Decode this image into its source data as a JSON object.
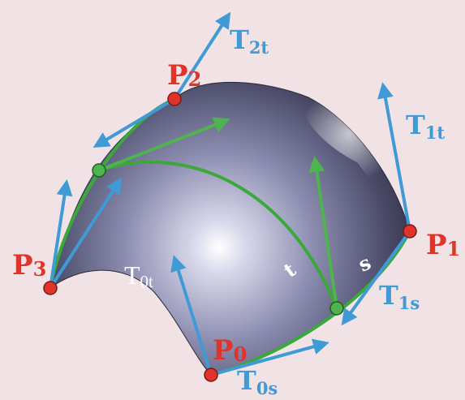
{
  "colors": {
    "background": "#f1e2e6",
    "surface_light": "#ffffff",
    "surface_dark": "#2c2c40",
    "boundary_curve": "#3aa83a",
    "tangent_vector": "#3f9ad6",
    "corner_point": "#e0342b",
    "mid_point": "#4fb34f"
  },
  "points": [
    {
      "id": "p0",
      "base": "P",
      "sub": "0"
    },
    {
      "id": "p1",
      "base": "P",
      "sub": "1"
    },
    {
      "id": "p2",
      "base": "P",
      "sub": "2"
    },
    {
      "id": "p3",
      "base": "P",
      "sub": "3"
    }
  ],
  "tangents": [
    {
      "id": "t0s",
      "base": "T",
      "sub": "0s"
    },
    {
      "id": "t0t",
      "base": "T",
      "sub": "0t"
    },
    {
      "id": "t1s",
      "base": "T",
      "sub": "1s"
    },
    {
      "id": "t1t",
      "base": "T",
      "sub": "1t"
    },
    {
      "id": "t2t",
      "base": "T",
      "sub": "2t"
    }
  ],
  "parameters": {
    "t": "t",
    "s": "s"
  }
}
